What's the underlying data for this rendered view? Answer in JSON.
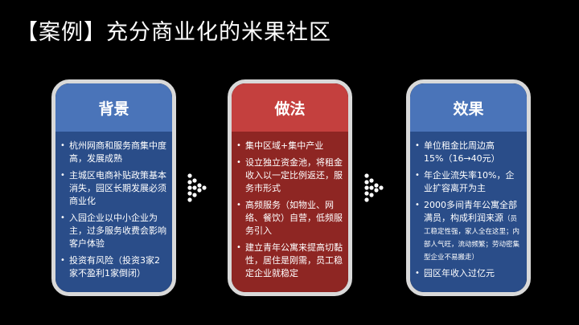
{
  "slide_title": "【案例】充分商业化的米果社区",
  "cards": {
    "background": {
      "heading": "背景",
      "items": [
        "杭州网商和服务商集中度高，发展成熟",
        "主城区电商补贴政策基本消失，园区长期发展必须商业化",
        "入园企业以中小企业为主，过多服务收费会影响客户体验",
        "投资有风险（投资3家2家不盈利1家倒闭）"
      ]
    },
    "method": {
      "heading": "做法",
      "items": [
        "集中区域+集中产业",
        "设立独立资金池，将租金收入以一定比例返还，服务市形式",
        "高频服务（如物业、网络、餐饮）自营，低频服务引入",
        "建立青年公寓来提高切黏性，居住是刚需，员工稳定企业就稳定"
      ]
    },
    "effect": {
      "heading": "效果",
      "items": [
        "单位租金比周边高15%（16→40元）",
        "年企业流失率10%，企业扩容离开为主",
        "2000多间青年公寓全部满员，构成利润来源",
        "园区年收入过亿元"
      ],
      "note": "（员工稳定性强，家人全在这里；内部人气旺，流动频繁；劳动密集型企业不易搬走）"
    }
  },
  "icons": [
    "dots-arrow-icon",
    "dots-arrow-icon"
  ],
  "colors": {
    "background": "#000000",
    "blue_head": "#4a74b9",
    "blue_body": "#2a4d89",
    "red_head": "#c4403e",
    "red_body": "#8e2623",
    "card_border": "#d9d9d9"
  }
}
